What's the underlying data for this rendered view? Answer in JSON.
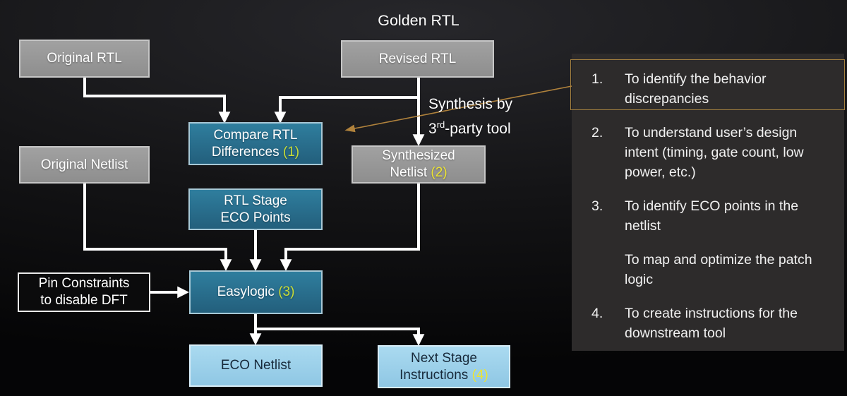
{
  "slide": {
    "top_label": "Golden RTL",
    "synthesis_note": {
      "line1": "Synthesis by",
      "num": "3",
      "sup": "rd",
      "rest": "-party tool"
    }
  },
  "nodes": {
    "original_rtl": {
      "label": "Original RTL"
    },
    "revised_rtl": {
      "label": "Revised RTL"
    },
    "original_netlist": {
      "label": "Original Netlist"
    },
    "compare_rtl": {
      "line1": "Compare RTL",
      "line2": "Differences",
      "badge": "(1)"
    },
    "synthesized_netlist": {
      "line1": "Synthesized",
      "line2": "Netlist",
      "badge": "(2)"
    },
    "rtl_stage_eco": {
      "line1": "RTL Stage",
      "line2": "ECO Points"
    },
    "pin_constraints": {
      "line1": "Pin Constraints",
      "line2": "to disable DFT"
    },
    "easylogic": {
      "label": "Easylogic",
      "badge": "(3)"
    },
    "eco_netlist": {
      "label": "ECO Netlist"
    },
    "next_stage": {
      "line1": "Next Stage",
      "line2": "Instructions",
      "badge": "(4)"
    }
  },
  "notes": {
    "items": [
      {
        "num": "1.",
        "text": "To identify the behavior discrepancies",
        "highlighted": true
      },
      {
        "num": "2.",
        "text": "To understand user’s design intent (timing, gate count, low power, etc.)",
        "highlighted": false
      },
      {
        "num": "3.",
        "text": "To identify ECO points in the netlist",
        "highlighted": false
      },
      {
        "num": "",
        "text": "To map and optimize the patch logic",
        "highlighted": false
      },
      {
        "num": "4.",
        "text": "To create instructions for the downstream tool",
        "highlighted": false
      }
    ]
  },
  "colors": {
    "teal_box": "#2c7796",
    "gray_box": "#969696",
    "light_blue_box": "#9ed3ec",
    "black_box": "#0b0b0c",
    "badge_green": "#c8dc38",
    "badge_yellow": "#ece433",
    "annotation_orange": "#b0823c",
    "panel_background": "#2d2b2b",
    "arrow_white": "#ffffff"
  }
}
